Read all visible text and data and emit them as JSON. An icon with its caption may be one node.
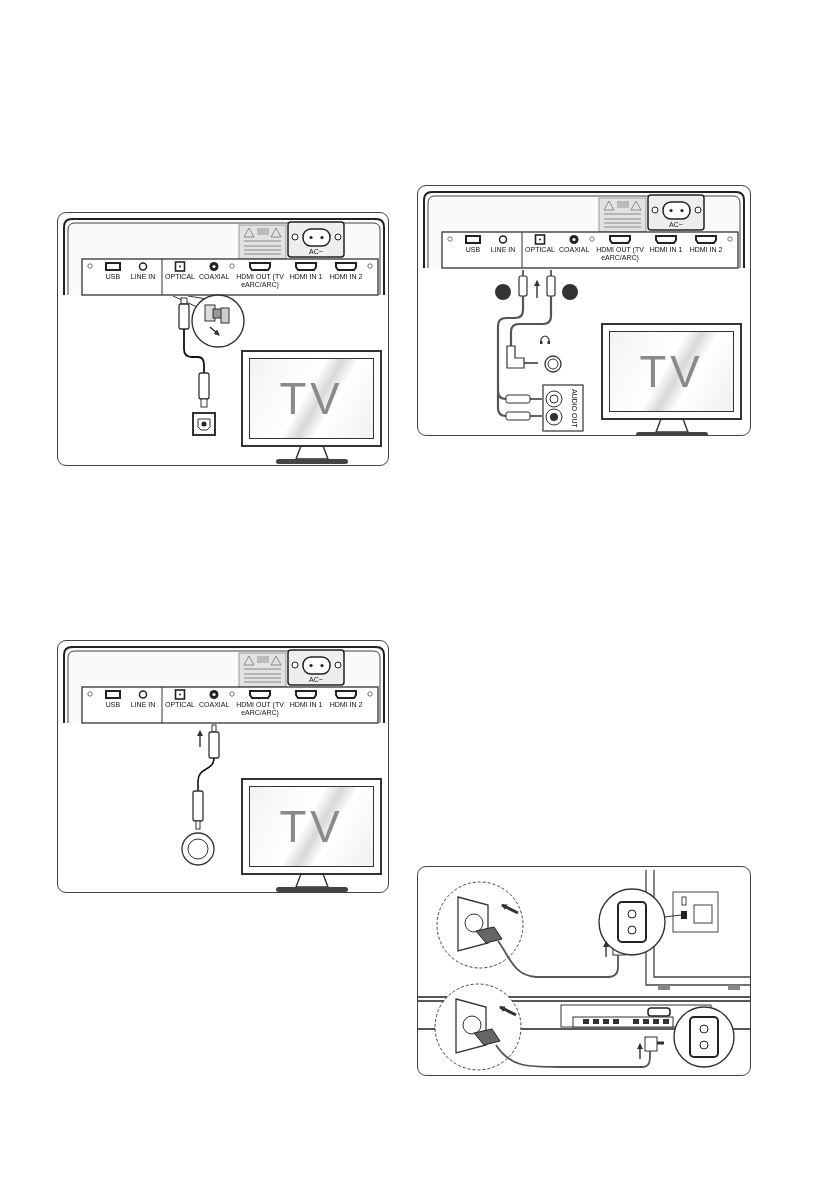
{
  "diagram": {
    "nodes": [
      {
        "text": [
          "TV"
        ]
      },
      {
        "text": [
          "TV"
        ]
      },
      {
        "text": [
          "TV"
        ]
      }
    ],
    "labels": [
      "AC~",
      "USB",
      "LINE IN",
      "OPTICAL",
      "COAXIAL",
      "HDMI OUT (TV eARC/ARC)",
      "HDMI IN 1",
      "HDMI IN 2",
      "AC~",
      "USB",
      "LINE IN",
      "OPTICAL",
      "COAXIAL",
      "HDMI OUT (TV eARC/ARC)",
      "HDMI IN 1",
      "HDMI IN 2",
      "AUDIO OUT",
      "AC~",
      "USB",
      "LINE IN",
      "OPTICAL",
      "COAXIAL",
      "HDMI OUT (TV eARC/ARC)",
      "HDMI IN 1",
      "HDMI IN 2"
    ]
  }
}
